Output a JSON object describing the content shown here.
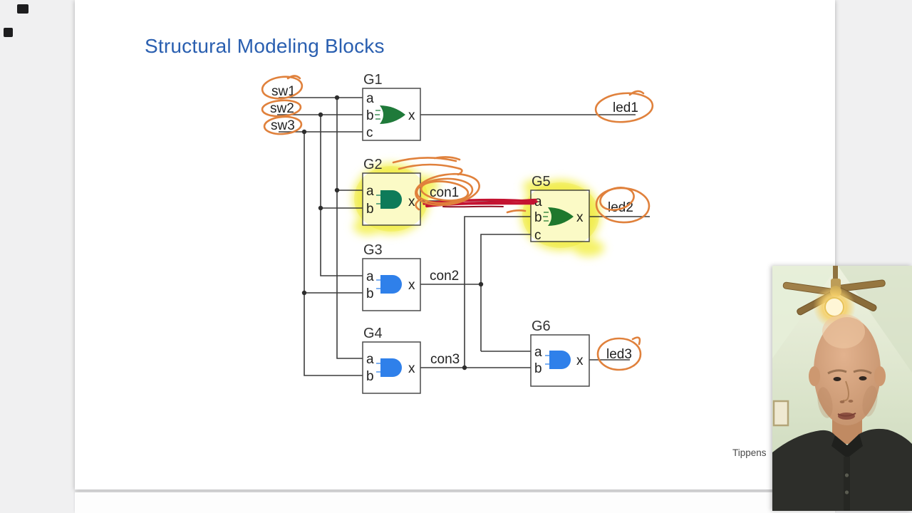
{
  "slide": {
    "title": "Structural Modeling Blocks",
    "credit": "Tippens"
  },
  "diagram": {
    "pins": {
      "a": "a",
      "b": "b",
      "c": "c",
      "x": "x"
    },
    "gates": {
      "g1": {
        "label": "G1",
        "type": "or3",
        "color": "green"
      },
      "g2": {
        "label": "G2",
        "type": "and2",
        "color": "teal",
        "highlighted": true
      },
      "g3": {
        "label": "G3",
        "type": "and2",
        "color": "blue"
      },
      "g4": {
        "label": "G4",
        "type": "and2",
        "color": "blue"
      },
      "g5": {
        "label": "G5",
        "type": "or3",
        "color": "green",
        "highlighted": true
      },
      "g6": {
        "label": "G6",
        "type": "and2",
        "color": "blue"
      }
    },
    "signals": {
      "sw1": "sw1",
      "sw2": "sw2",
      "sw3": "sw3",
      "led1": "led1",
      "led2": "led2",
      "led3": "led3",
      "con1": "con1",
      "con2": "con2",
      "con3": "con3"
    }
  },
  "colors": {
    "title_blue": "#2a5fb0",
    "or_gate_green": "#1f7a3a",
    "and_gate_teal": "#0e7d72",
    "and_gate_blue": "#2f80ea",
    "highlight_yellow": "#f5f268",
    "annotation_orange": "#e0813c",
    "annotation_red": "#c41331"
  }
}
